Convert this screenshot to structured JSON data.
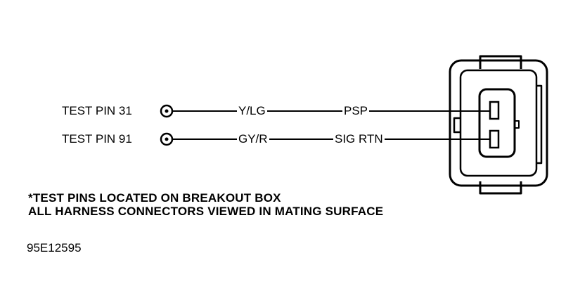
{
  "pins": [
    {
      "label": "TEST PIN 31",
      "wire_color": "Y/LG",
      "circuit": "PSP"
    },
    {
      "label": "TEST PIN 91",
      "wire_color": "GY/R",
      "circuit": "SIG RTN"
    }
  ],
  "notes": {
    "line1": "*TEST PINS LOCATED ON BREAKOUT BOX",
    "line2": "ALL HARNESS CONNECTORS VIEWED IN MATING SURFACE"
  },
  "figure_code": "95E12595",
  "colors": {
    "ink": "#000000",
    "background": "#ffffff"
  }
}
